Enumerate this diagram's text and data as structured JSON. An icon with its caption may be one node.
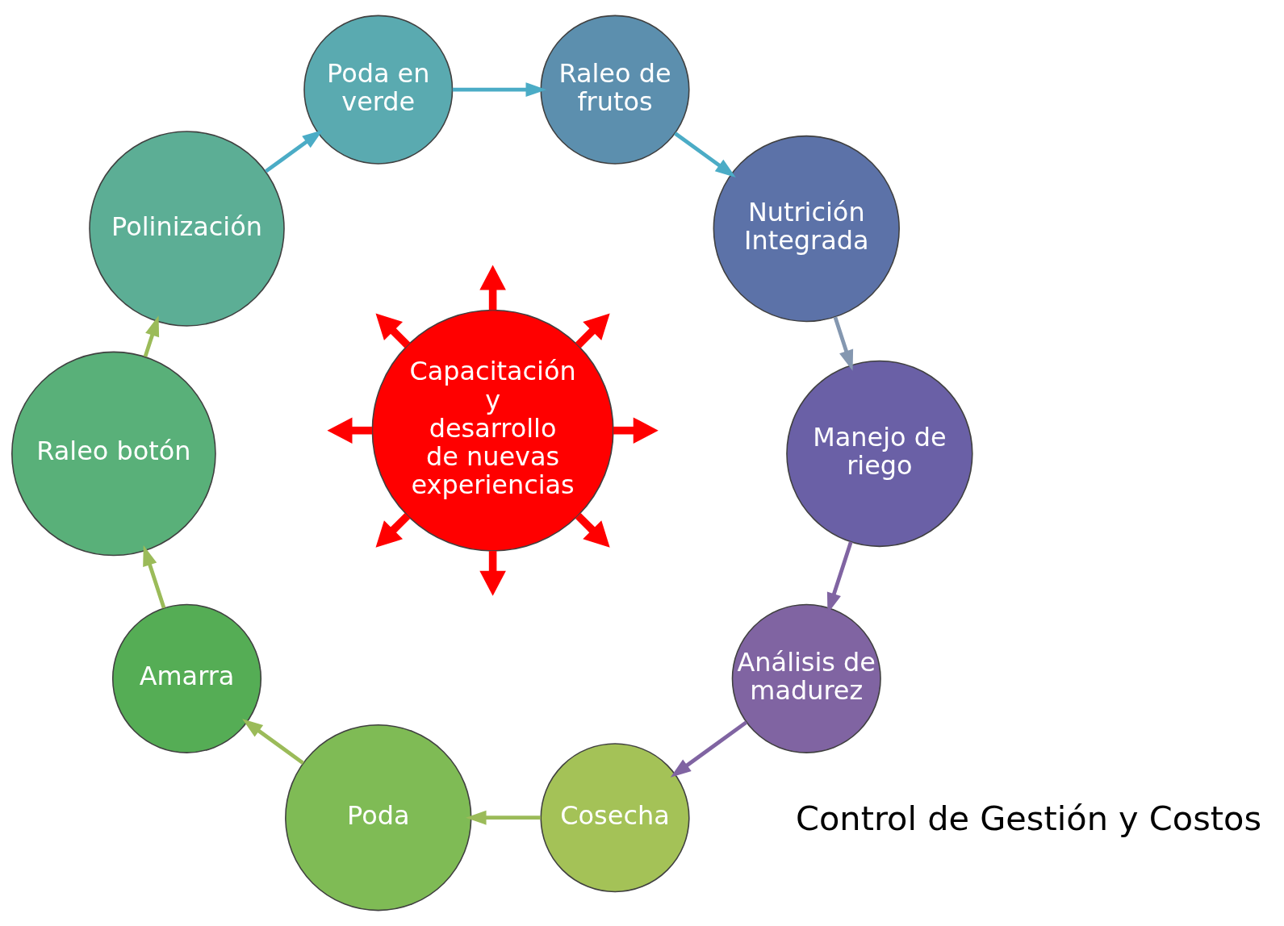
{
  "diagram": {
    "nodes": [
      {
        "text": [
          "Análisis de madurez"
        ]
      },
      {
        "text": [
          "Cosecha"
        ]
      },
      {
        "text": [
          "Poda"
        ]
      },
      {
        "text": [
          "Amarra"
        ]
      },
      {
        "text": [
          "Raleo botón"
        ]
      },
      {
        "text": [
          "Polinización"
        ]
      },
      {
        "text": [
          "Poda en verde"
        ]
      },
      {
        "text": [
          "Raleo de frutos"
        ]
      },
      {
        "text": [
          "Nutrición Integrada"
        ]
      },
      {
        "text": [
          "Manejo de riego"
        ]
      },
      {
        "text": [
          "Capacitación y desarrollo de nuevas experiencias"
        ]
      }
    ],
    "edges": [
      {
        "from": 0,
        "to": 1,
        "arrow": "to",
        "color": "#8064a2"
      },
      {
        "from": 1,
        "to": 2,
        "arrow": "to",
        "color": "#9bbb59"
      },
      {
        "from": 2,
        "to": 3,
        "arrow": "to",
        "color": "#9bbb59"
      },
      {
        "from": 3,
        "to": 4,
        "arrow": "to",
        "color": "#9bbb59"
      },
      {
        "from": 4,
        "to": 5,
        "arrow": "to",
        "color": "#9bbb59"
      },
      {
        "from": 5,
        "to": 6,
        "arrow": "to",
        "color": "#4bacc6"
      },
      {
        "from": 6,
        "to": 7,
        "arrow": "to",
        "color": "#4bacc6"
      },
      {
        "from": 7,
        "to": 8,
        "arrow": "to",
        "color": "#4bacc6"
      },
      {
        "from": 8,
        "to": 9,
        "arrow": "to",
        "color": "#8497b0"
      },
      {
        "from": 9,
        "to": 0,
        "arrow": "to",
        "color": "#8064a2"
      },
      {
        "from": 10,
        "to": null,
        "arrow": "to",
        "style": "thick",
        "color": "#ff0000"
      },
      {
        "from": 10,
        "to": null,
        "arrow": "to",
        "style": "thick",
        "color": "#ff0000"
      },
      {
        "from": 10,
        "to": null,
        "arrow": "to",
        "style": "thick",
        "color": "#ff0000"
      },
      {
        "from": 10,
        "to": null,
        "arrow": "to",
        "style": "thick",
        "color": "#ff0000"
      },
      {
        "from": 10,
        "to": null,
        "arrow": "to",
        "style": "thick",
        "color": "#ff0000"
      },
      {
        "from": 10,
        "to": null,
        "arrow": "to",
        "style": "thick",
        "color": "#ff0000"
      },
      {
        "from": 10,
        "to": null,
        "arrow": "to",
        "style": "thick",
        "color": "#ff0000"
      },
      {
        "from": 10,
        "to": null,
        "arrow": "to",
        "style": "thick",
        "color": "#ff0000"
      }
    ],
    "labels": [
      "Control de Gestión y Costos"
    ]
  }
}
